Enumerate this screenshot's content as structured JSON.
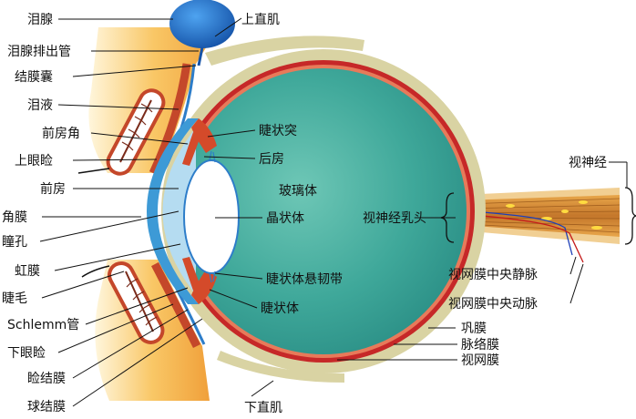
{
  "labels": {
    "lacrimal_gland": "泪腺",
    "lacrimal_duct": "泪腺排出管",
    "conjunctival_sac": "结膜囊",
    "tear": "泪液",
    "anterior_angle": "前房角",
    "upper_eyelid": "上眼睑",
    "anterior_chamber": "前房",
    "cornea": "角膜",
    "pupil": "瞳孔",
    "iris": "虹膜",
    "eyelash": "睫毛",
    "schlemm": "Schlemm管",
    "lower_eyelid": "下眼睑",
    "palpebral_conjunctiva": "睑结膜",
    "bulbar_conjunctiva": "球结膜",
    "superior_rectus": "上直肌",
    "ciliary_process": "睫状突",
    "posterior_chamber": "后房",
    "vitreous": "玻璃体",
    "lens": "晶状体",
    "zonule": "睫状体悬韧带",
    "ciliary_body": "睫状体",
    "optic_disc": "视神经乳头",
    "optic_nerve": "视神经",
    "central_vein": "视网膜中央静脉",
    "central_artery": "视网膜中央动脉",
    "sclera": "巩膜",
    "choroid": "脉络膜",
    "retina": "视网膜",
    "inferior_rectus": "下直肌"
  },
  "colors": {
    "vitreous": "#3fa89a",
    "sclera": "#d9d3a3",
    "choroid": "#c62828",
    "cornea": "#3d9ad6",
    "lacrimal_gland": "#1f6fc4",
    "eyelid": "#f4a63a",
    "nerve": "#c8892f"
  }
}
